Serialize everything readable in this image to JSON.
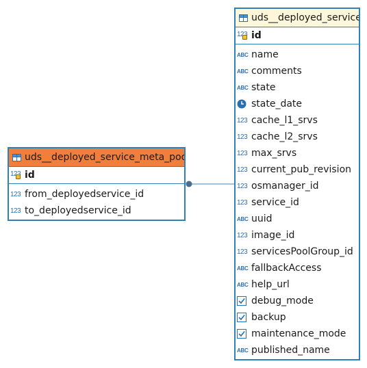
{
  "entities": {
    "meta_pools": {
      "title": "uds__deployed_service_meta_pools",
      "pk": "id",
      "columns": [
        {
          "name": "from_deployedservice_id",
          "type_icon": "numeric-icon",
          "type_label": "123"
        },
        {
          "name": "to_deployedservice_id",
          "type_icon": "numeric-icon",
          "type_label": "123"
        }
      ]
    },
    "deployed_service": {
      "title": "uds__deployed_service",
      "pk": "id",
      "columns": [
        {
          "name": "name",
          "type_icon": "text-icon",
          "type_label": "ABC"
        },
        {
          "name": "comments",
          "type_icon": "text-icon",
          "type_label": "ABC"
        },
        {
          "name": "state",
          "type_icon": "text-icon",
          "type_label": "ABC"
        },
        {
          "name": "state_date",
          "type_icon": "clock-icon",
          "type_label": ""
        },
        {
          "name": "cache_l1_srvs",
          "type_icon": "numeric-icon",
          "type_label": "123"
        },
        {
          "name": "cache_l2_srvs",
          "type_icon": "numeric-icon",
          "type_label": "123"
        },
        {
          "name": "max_srvs",
          "type_icon": "numeric-icon",
          "type_label": "123"
        },
        {
          "name": "current_pub_revision",
          "type_icon": "numeric-icon",
          "type_label": "123"
        },
        {
          "name": "osmanager_id",
          "type_icon": "numeric-icon",
          "type_label": "123"
        },
        {
          "name": "service_id",
          "type_icon": "numeric-icon",
          "type_label": "123"
        },
        {
          "name": "uuid",
          "type_icon": "text-icon",
          "type_label": "ABC"
        },
        {
          "name": "image_id",
          "type_icon": "numeric-icon",
          "type_label": "123"
        },
        {
          "name": "servicesPoolGroup_id",
          "type_icon": "numeric-icon",
          "type_label": "123"
        },
        {
          "name": "fallbackAccess",
          "type_icon": "text-icon",
          "type_label": "ABC"
        },
        {
          "name": "help_url",
          "type_icon": "text-icon",
          "type_label": "ABC"
        },
        {
          "name": "debug_mode",
          "type_icon": "checkbox-icon",
          "type_label": ""
        },
        {
          "name": "backup",
          "type_icon": "checkbox-icon",
          "type_label": ""
        },
        {
          "name": "maintenance_mode",
          "type_icon": "checkbox-icon",
          "type_label": ""
        },
        {
          "name": "published_name",
          "type_icon": "text-icon",
          "type_label": "ABC"
        }
      ]
    }
  },
  "pk_type_label": "123",
  "colors": {
    "border": "#2f7fb8",
    "header_selected": "#f07f3c",
    "header_default": "#fdf6d8",
    "relation_line": "#3a86c0",
    "relation_dot": "#4a6f8f"
  }
}
